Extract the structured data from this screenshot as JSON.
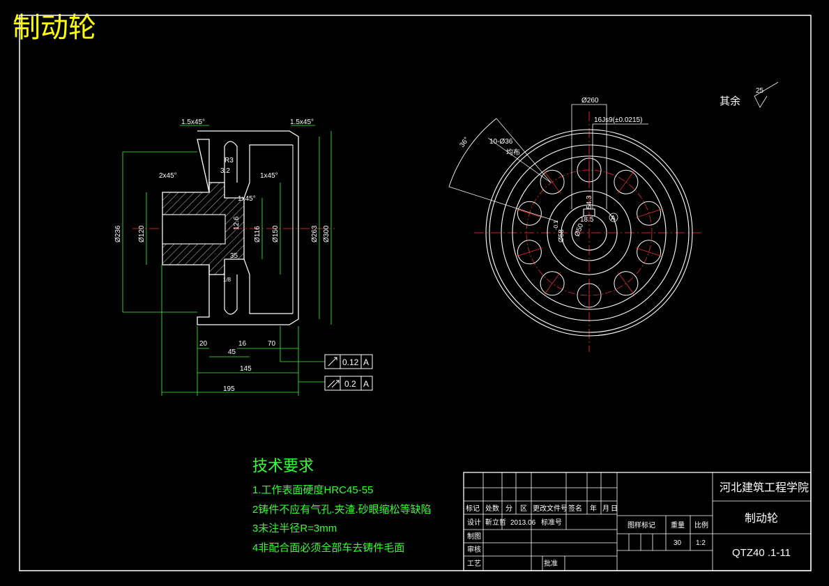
{
  "header": {
    "title": "制动轮"
  },
  "drawing": {
    "surface_note": {
      "label": "其余",
      "roughness": "25"
    },
    "section_dims": {
      "chamfer_top_left": "1.5x45°",
      "chamfer_top_right": "1.5x45°",
      "chamfer_left": "2x45°",
      "chamfer_mid_a": "1x45°",
      "chamfer_mid_b": "1x45°",
      "r3": "R3",
      "roughness_a": "3.2",
      "roughness_b": "12.6",
      "dia_236": "Ø236",
      "dia_120": "Ø120",
      "dia_116": "Ø116",
      "dia_150": "Ø150",
      "dia_263": "Ø263",
      "dia_300": "Ø300",
      "len_20": "20",
      "len_16": "16",
      "len_70": "70",
      "len_45": "45",
      "len_35": "35",
      "len_145": "145",
      "len_195": "195",
      "hatch_mark": "1/8"
    },
    "tolerances": [
      {
        "value": "0.12",
        "datum": "A"
      },
      {
        "value": "0.2",
        "datum": "A"
      }
    ],
    "front_dims": {
      "dia_260": "Ø260",
      "keyway": "16Js9(±0.0215)",
      "holes": "10-Ø36",
      "holes_note": "均布",
      "angle": "36°",
      "dia_58": "Ø58",
      "dia_50": "Ø50",
      "key_a": "54.3",
      "key_b": "18.5",
      "key_c": "-0.1",
      "datum": "A"
    }
  },
  "tech_requirements": {
    "title": "技术要求",
    "items": [
      "1.工作表面硬度HRC45-55",
      "2铸件不应有气孔.夹渣.砂眼缩松等缺陷",
      "3未注半径R=3mm",
      "4非配合面必须全部车去铸件毛面"
    ]
  },
  "title_block": {
    "institution": "河北建筑工程学院",
    "part_name": "制动轮",
    "drawing_number": "QTZ40 .1-11",
    "header_cells": [
      "标记",
      "处数",
      "分",
      "区",
      "更改文件号",
      "签名",
      "年",
      "月",
      "日"
    ],
    "design_label": "设计",
    "designer": "靳立哲",
    "date": "2013.06",
    "standard_label": "标准号",
    "drawn_label": "制图",
    "review_label": "审核",
    "process_label": "工艺",
    "approve_label": "批准",
    "stage_label": "图样标记",
    "weight_label": "重量",
    "scale_label": "比例",
    "weight": "30",
    "scale": "1:2"
  }
}
